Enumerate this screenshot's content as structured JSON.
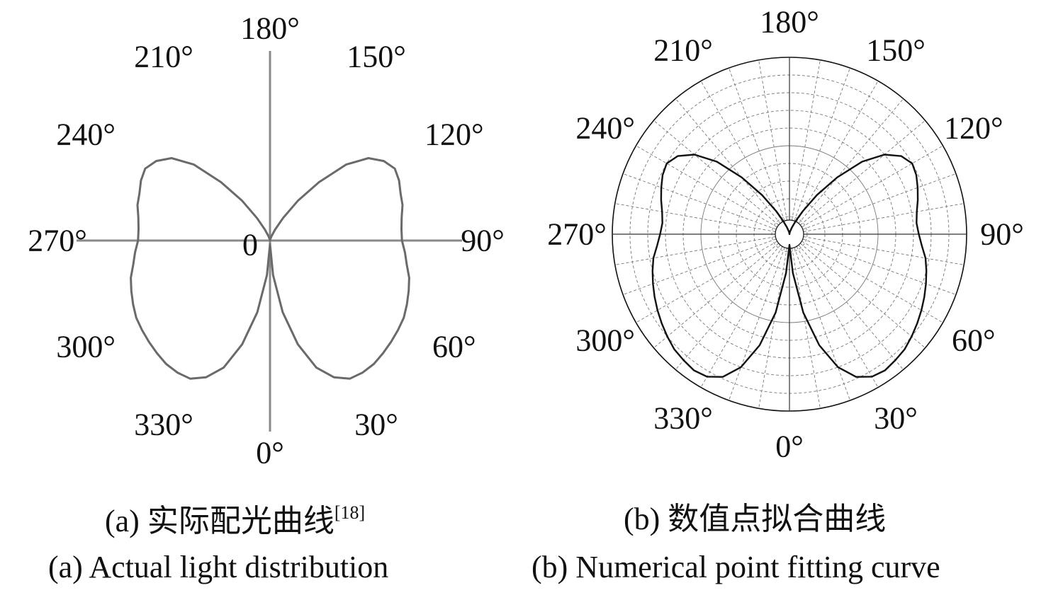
{
  "chart_data": [
    {
      "type": "polar",
      "panel": "a",
      "caption_zh": "(a) 实际配光曲线",
      "caption_ref": "[18]",
      "caption_en": "(a) Actual light distribution",
      "center_label": "0",
      "angle_labels": [
        "0°",
        "30°",
        "60°",
        "90°",
        "120°",
        "150°",
        "180°",
        "210°",
        "240°",
        "270°",
        "300°",
        "330°"
      ],
      "grid": false,
      "curve": {
        "angles_deg": [
          0,
          5,
          10,
          15,
          20,
          25,
          30,
          35,
          40,
          45,
          50,
          55,
          60,
          65,
          70,
          75,
          80,
          85,
          90,
          95,
          100,
          105,
          110,
          115,
          120,
          125,
          130,
          135,
          140,
          145,
          150,
          155,
          160,
          165,
          170,
          175,
          180
        ],
        "radius_rel": [
          0.02,
          0.2,
          0.42,
          0.62,
          0.78,
          0.87,
          0.92,
          0.93,
          0.93,
          0.92,
          0.91,
          0.9,
          0.89,
          0.87,
          0.85,
          0.83,
          0.8,
          0.78,
          0.76,
          0.76,
          0.77,
          0.79,
          0.8,
          0.82,
          0.83,
          0.8,
          0.74,
          0.62,
          0.44,
          0.28,
          0.15,
          0.07,
          0.03,
          0.01,
          0.005,
          0.0,
          0.0
        ]
      }
    },
    {
      "type": "polar",
      "panel": "b",
      "caption_zh": "(b) 数值点拟合曲线",
      "caption_en": "(b) Numerical point fitting curve",
      "angle_labels": [
        "0°",
        "30°",
        "60°",
        "90°",
        "120°",
        "150°",
        "180°",
        "210°",
        "240°",
        "270°",
        "300°",
        "330°"
      ],
      "grid": true,
      "curve": {
        "angles_deg": [
          0,
          5,
          10,
          15,
          20,
          25,
          30,
          35,
          40,
          45,
          50,
          55,
          60,
          65,
          70,
          75,
          80,
          85,
          90,
          95,
          100,
          105,
          110,
          115,
          120,
          125,
          130,
          135,
          140,
          145,
          150,
          155,
          160,
          165,
          170,
          175,
          180
        ],
        "radius_rel": [
          0.06,
          0.22,
          0.45,
          0.65,
          0.8,
          0.89,
          0.93,
          0.94,
          0.93,
          0.92,
          0.9,
          0.88,
          0.86,
          0.84,
          0.82,
          0.8,
          0.78,
          0.75,
          0.73,
          0.72,
          0.73,
          0.75,
          0.77,
          0.79,
          0.8,
          0.77,
          0.7,
          0.58,
          0.42,
          0.27,
          0.15,
          0.08,
          0.04,
          0.02,
          0.01,
          0.0,
          0.0
        ]
      }
    }
  ]
}
